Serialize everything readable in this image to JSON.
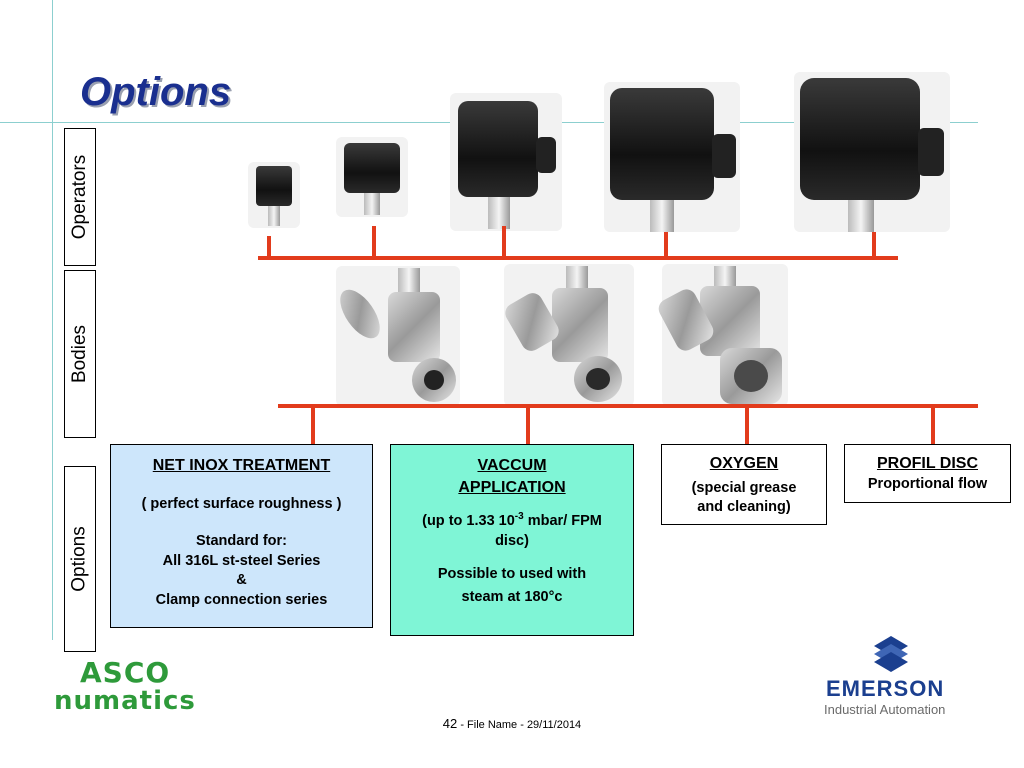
{
  "slide": {
    "title": "Options",
    "side_labels": {
      "operators": "Operators",
      "bodies": "Bodies",
      "options": "Options"
    }
  },
  "boxes": {
    "net_inox": {
      "heading": "NET INOX TREATMENT",
      "line1": "( perfect surface roughness )",
      "line2": "Standard for:",
      "line3": "All 316L st-steel Series",
      "line4": "&",
      "line5": "Clamp connection series",
      "bg": "#cde6fb"
    },
    "vaccum": {
      "heading1": "VACCUM",
      "heading2": "APPLICATION",
      "spec_pre": "(up to 1.33 10",
      "spec_sup": "-3",
      "spec_post": " mbar/ FPM",
      "spec_line2": "disc)",
      "note1": "Possible to used with",
      "note2": "steam at 180°c",
      "bg": "#7ff5d6"
    },
    "oxygen": {
      "heading": "OXYGEN",
      "line1": "(special grease",
      "line2": "and cleaning)"
    },
    "profil": {
      "heading": "PROFIL DISC",
      "line1": "Proportional flow"
    }
  },
  "logos": {
    "asco_line1": "ASCO",
    "asco_line2": "numatics",
    "emerson_name": "EMERSON",
    "emerson_sub": "Industrial Automation"
  },
  "footer": {
    "page": "42",
    "text": " - File Name - 29/11/2014"
  },
  "colors": {
    "title": "#1a2f8f",
    "connector": "#e23b1c",
    "asco_green": "#2e9a3a",
    "emerson_blue": "#1b3f8f"
  }
}
